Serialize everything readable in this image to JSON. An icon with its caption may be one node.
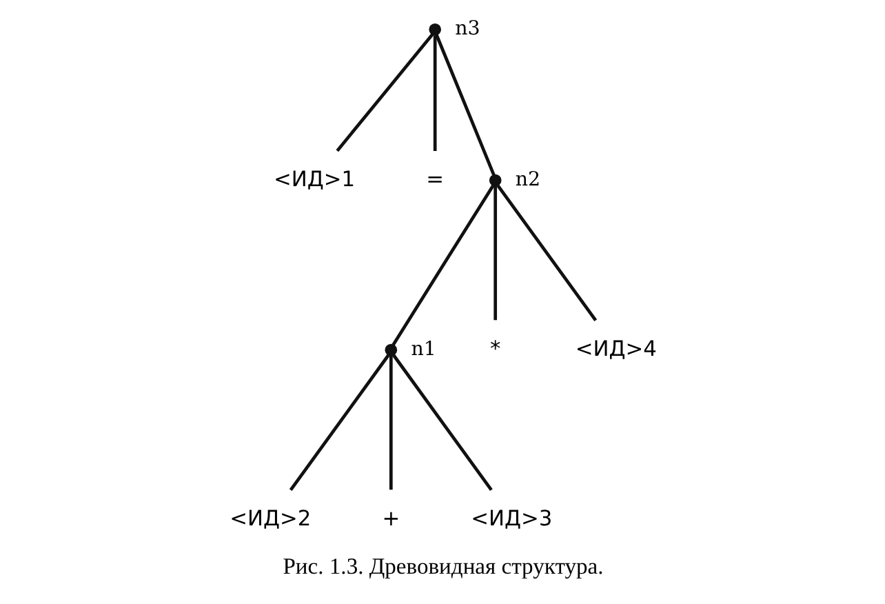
{
  "diagram": {
    "caption": "Рис. 1.3. Древовидная структура.",
    "nodes": [
      {
        "text": [],
        "shape": "circle",
        "beside": [
          "n3"
        ]
      },
      {
        "text": [
          "<ИД>1"
        ]
      },
      {
        "text": [
          "="
        ]
      },
      {
        "text": [],
        "shape": "circle",
        "beside": [
          "n2"
        ]
      },
      {
        "text": [
          "*"
        ]
      },
      {
        "text": [
          "<ИД>4"
        ]
      },
      {
        "text": [],
        "shape": "circle",
        "beside": [
          "n1"
        ]
      },
      {
        "text": [
          "<ИД>2"
        ]
      },
      {
        "text": [
          "+"
        ]
      },
      {
        "text": [
          "<ИД>3"
        ]
      }
    ],
    "edges": [
      {
        "from": 0,
        "to": 1,
        "arrow": "none"
      },
      {
        "from": 0,
        "to": 2,
        "arrow": "none"
      },
      {
        "from": 0,
        "to": 3,
        "arrow": "none"
      },
      {
        "from": 3,
        "to": 6,
        "arrow": "none"
      },
      {
        "from": 3,
        "to": 4,
        "arrow": "none"
      },
      {
        "from": 3,
        "to": 5,
        "arrow": "none"
      },
      {
        "from": 6,
        "to": 7,
        "arrow": "none"
      },
      {
        "from": 6,
        "to": 8,
        "arrow": "none"
      },
      {
        "from": 6,
        "to": 9,
        "arrow": "none"
      }
    ]
  }
}
